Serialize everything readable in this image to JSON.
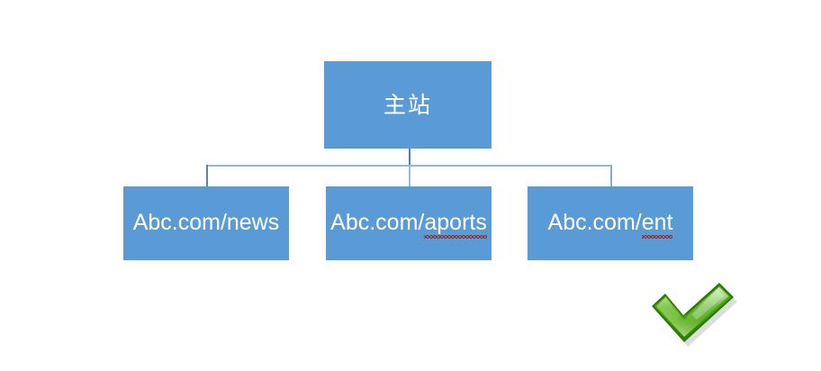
{
  "diagram": {
    "type": "org-chart",
    "title": "",
    "theme": {
      "node_fill": "#5B9BD5",
      "node_text": "#FFFFFF",
      "connector": "#96B4D2",
      "canvas_background": "#FFFFFF",
      "spellcheck_underline": "#9E2B2B",
      "check_green": "#4CAF12",
      "check_green_dark": "#2E7D0A"
    },
    "root": {
      "label": "主站"
    },
    "children": [
      {
        "label": "Abc.com/news",
        "prefix": "Abc.com/",
        "segment": "news",
        "misspelled": false
      },
      {
        "label": "Abc.com/aports",
        "prefix": "Abc.com/",
        "segment": "aports",
        "misspelled": true
      },
      {
        "label": "Abc.com/ent",
        "prefix": "Abc.com/",
        "segment": "ent",
        "misspelled": true
      }
    ]
  },
  "badge": {
    "icon": "green-checkmark-icon",
    "label": ""
  }
}
